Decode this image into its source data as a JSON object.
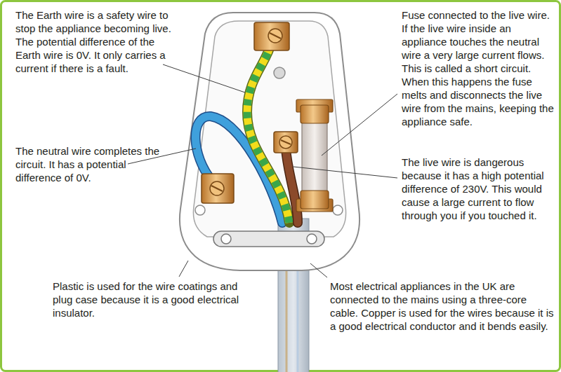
{
  "diagram": {
    "labels": [
      "The Earth wire is a safety wire to stop the appliance becoming live. The potential difference of the Earth wire is 0V. It only carries a current if there is a fault.",
      "The neutral wire completes the circuit. It has a potential difference of 0V.",
      "Plastic is used for the wire coatings and plug case because it is a good electrical insulator.",
      "Fuse connected to the live wire. If the live wire inside an appliance touches the neutral wire a very large current flows. This is called a short circuit. When this happens the fuse melts and disconnects the live wire from the mains, keeping the appliance safe.",
      "The live wire is dangerous because it has a high potential difference of 230V. This would cause a large current to flow through you if you touched it.",
      "Most electrical appliances in the UK are connected to the mains using a three-core cable. Copper is used for the wires because it is a good electrical conductor and it bends easily."
    ]
  }
}
